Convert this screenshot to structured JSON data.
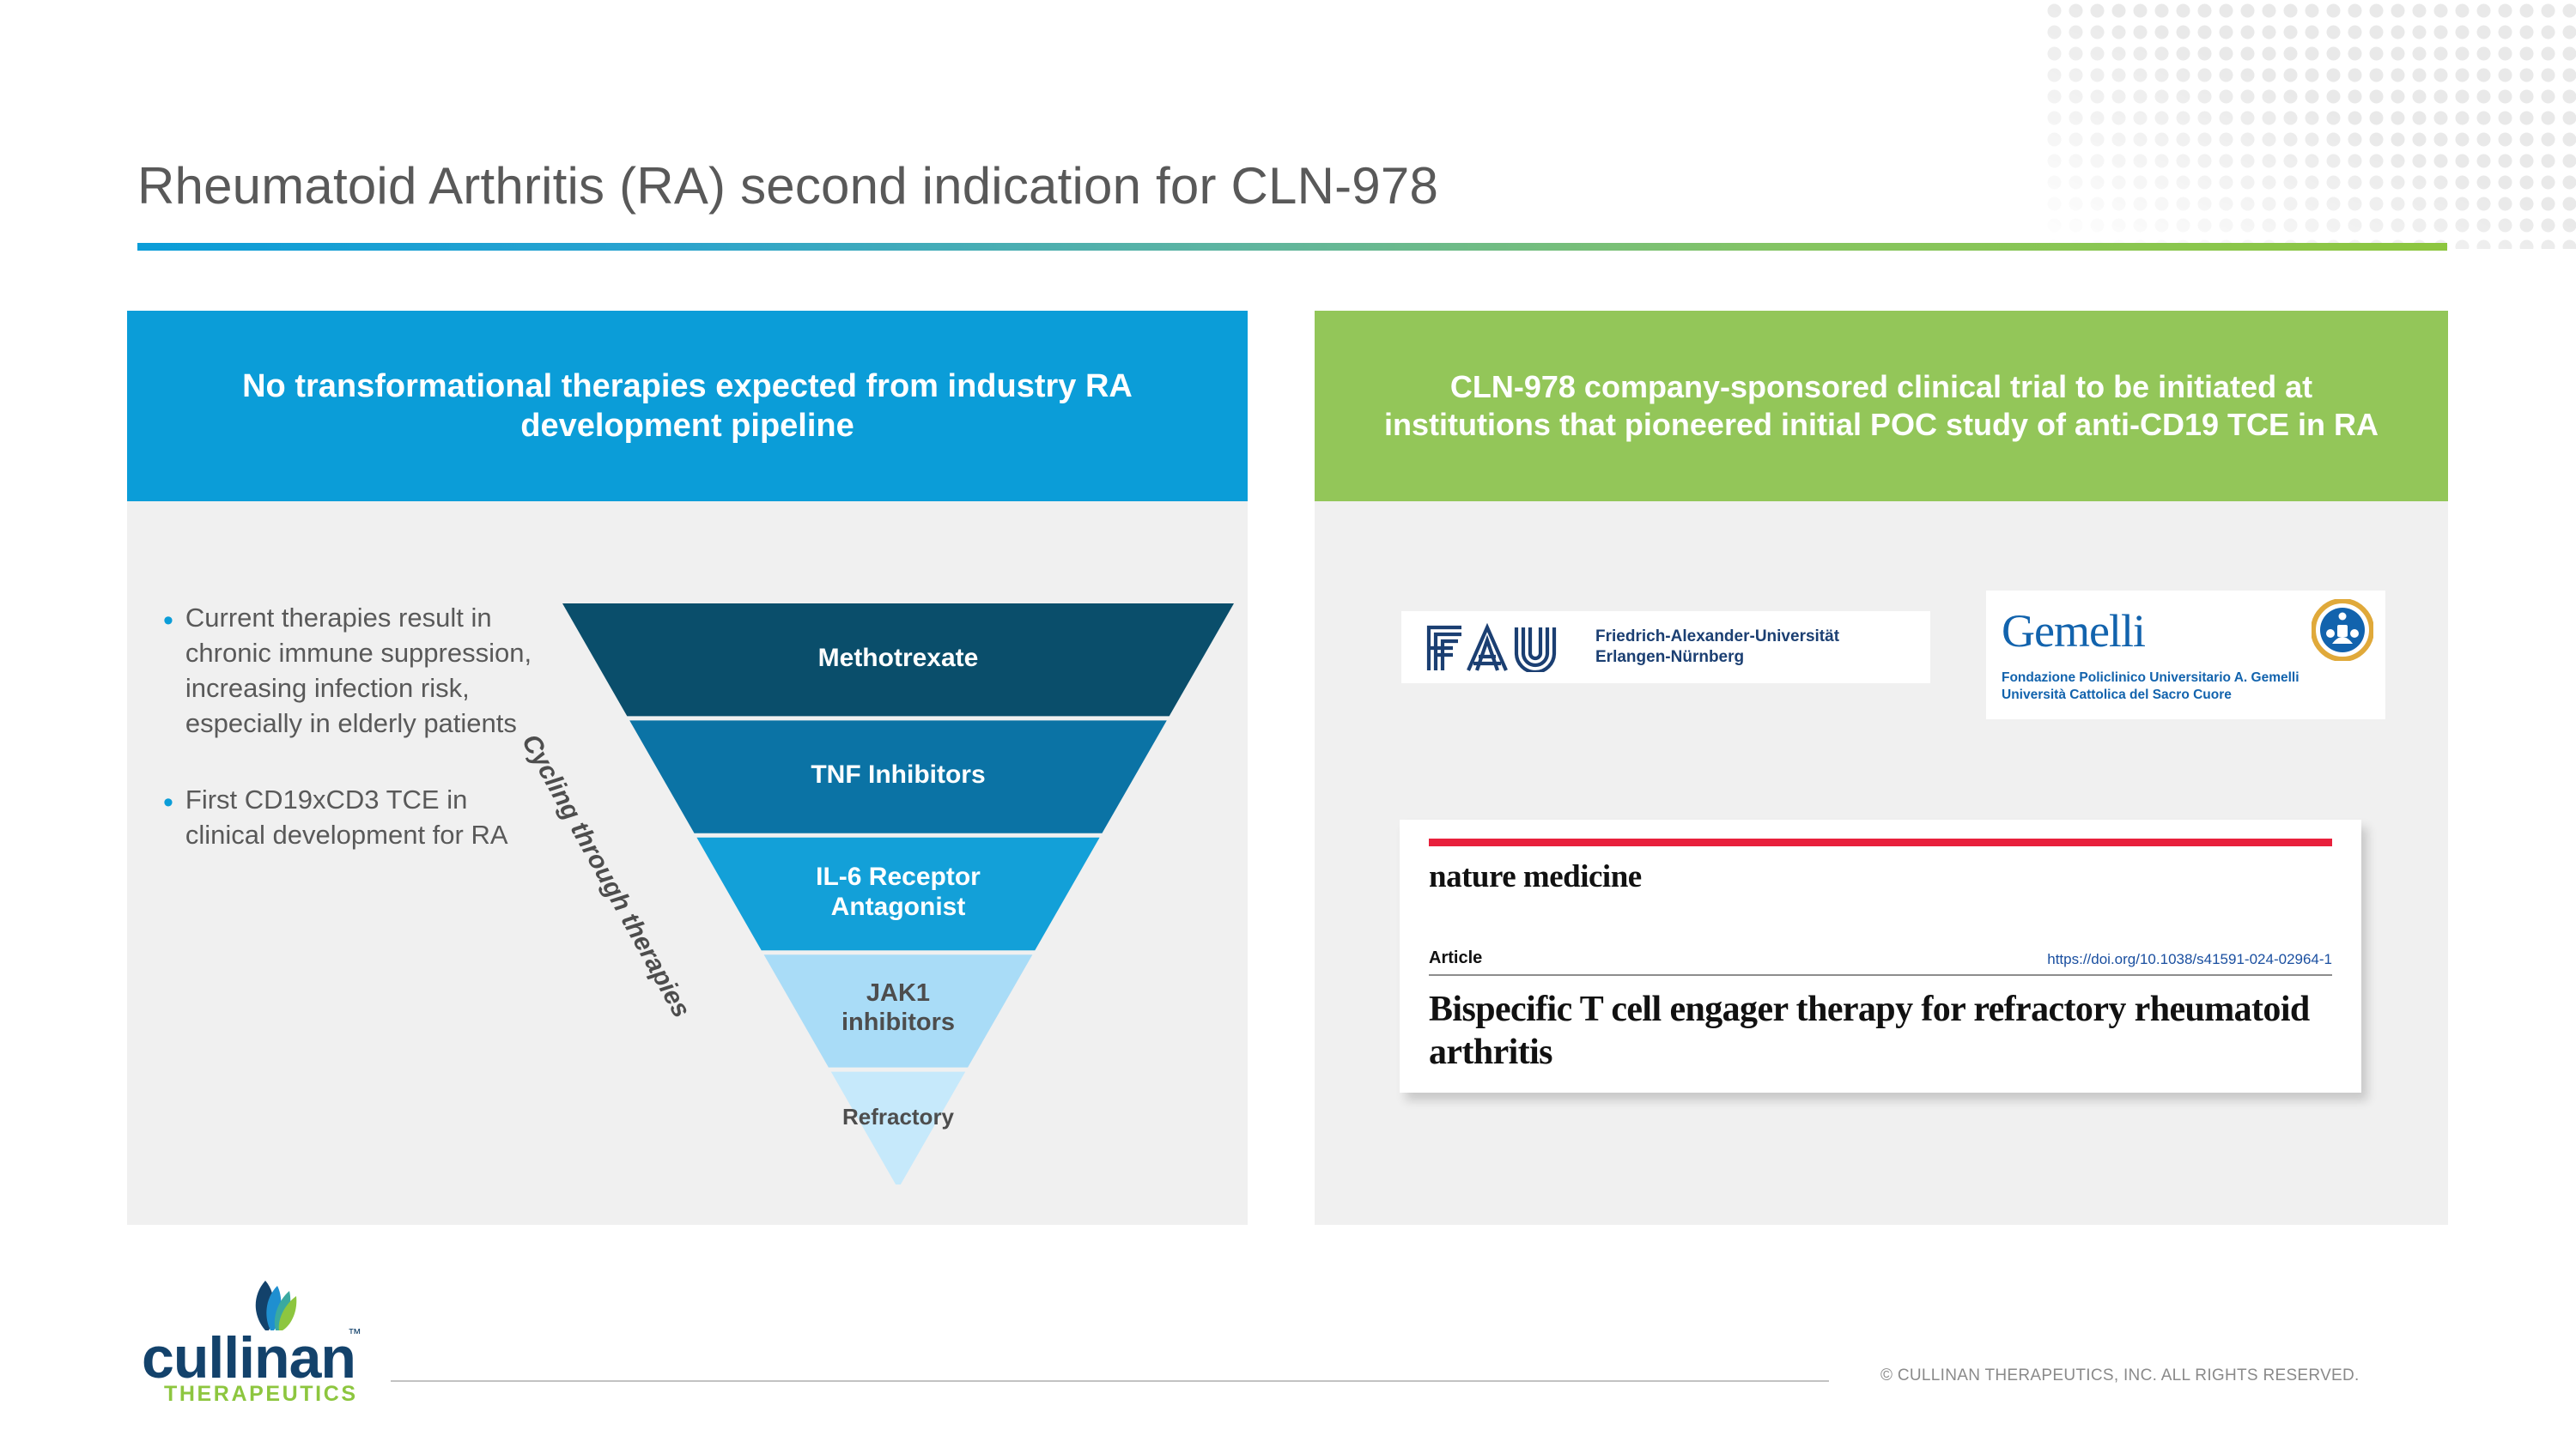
{
  "slide": {
    "title": "Rheumatoid Arthritis (RA) second indication for CLN-978"
  },
  "left_panel": {
    "header": "No transformational therapies expected from industry RA development pipeline",
    "bullets": [
      "Current therapies result in chronic immune suppression, increasing infection risk, especially in elderly patients",
      "First CD19xCD3 TCE in clinical development for RA"
    ],
    "funnel": {
      "axis_label": "Cycling through therapies",
      "tiers": [
        {
          "label": "Methotrexate",
          "color": "#0a4e6b",
          "text_color": "#ffffff"
        },
        {
          "label": "TNF Inhibitors",
          "color": "#0b73a5",
          "text_color": "#ffffff"
        },
        {
          "label": "IL-6 Receptor Antagonist",
          "color": "#13a0d8",
          "text_color": "#ffffff"
        },
        {
          "label": "JAK1 inhibitors",
          "color": "#a9dcf7",
          "text_color": "#4d4d4d"
        },
        {
          "label": "Refractory",
          "color": "#c6e9fb",
          "text_color": "#4d4d4d"
        }
      ]
    }
  },
  "right_panel": {
    "header": "CLN-978 company-sponsored clinical trial to be initiated at institutions that pioneered initial POC study of anti-CD19 TCE in RA",
    "logos": [
      {
        "mark": "FAU",
        "name_line1": "Friedrich-Alexander-Universität",
        "name_line2": "Erlangen-Nürnberg"
      },
      {
        "mark": "Gemelli",
        "name_line1": "Fondazione Policlinico Universitario A. Gemelli",
        "name_line2": "Università Cattolica del Sacro Cuore"
      }
    ],
    "publication": {
      "journal": "nature medicine",
      "type": "Article",
      "doi": "https://doi.org/10.1038/s41591-024-02964-1",
      "title": "Bispecific T cell engager therapy for refractory rheumatoid arthritis"
    }
  },
  "footer": {
    "copyright": "© CULLINAN THERAPEUTICS, INC. ALL RIGHTS RESERVED.",
    "logo_word": "cullinan",
    "logo_tm": "™",
    "logo_sub": "THERAPEUTICS"
  },
  "colors": {
    "blue_header": "#0b9dd8",
    "green_header": "#93c659",
    "panel_bg": "#f0f0f0",
    "title_text": "#595959",
    "nature_red": "#e8203c",
    "brand_navy": "#13426b",
    "brand_green": "#8dc63f"
  }
}
